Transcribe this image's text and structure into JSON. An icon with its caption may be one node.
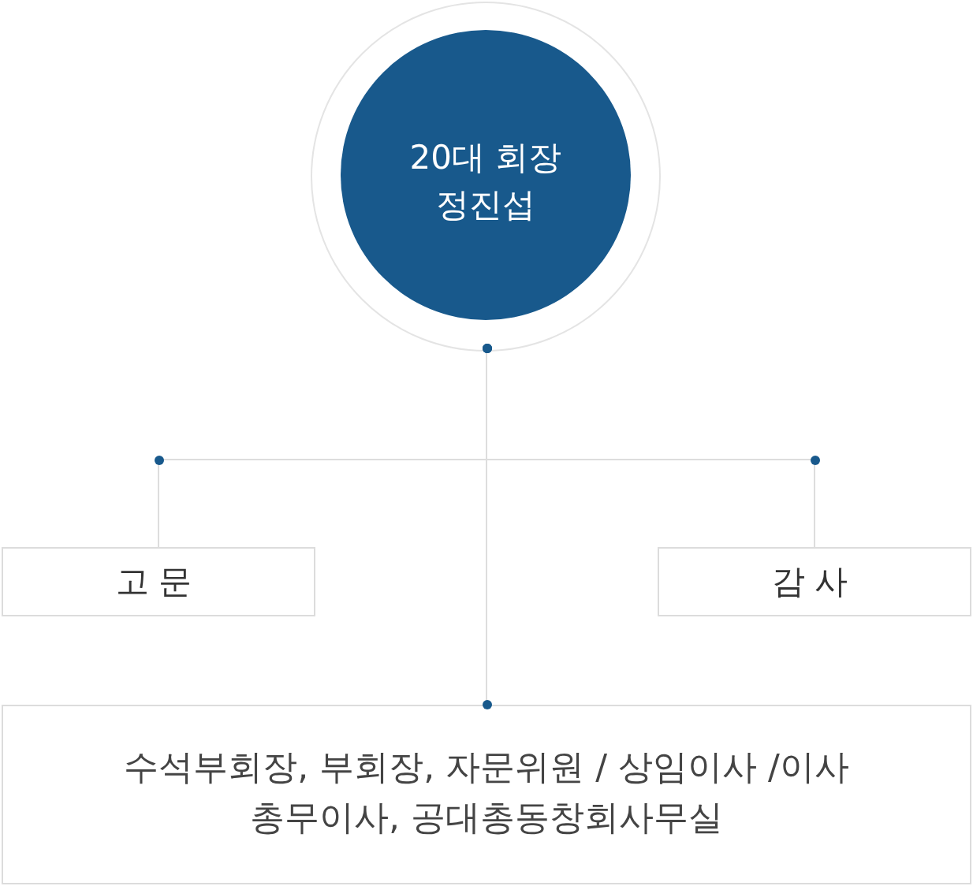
{
  "diagram": {
    "nodes": [
      {
        "text": [
          "20대 회장",
          "정진섭"
        ]
      },
      {
        "text": [
          "고문"
        ]
      },
      {
        "text": [
          "감사"
        ]
      },
      {
        "text": [
          "수석부회장, 부회장, 자문위원 / 상임이사 /이사 총무이사, 공대총동창회사무실"
        ]
      }
    ],
    "edges": [
      {
        "from": 0,
        "to": 1,
        "arrow": "none"
      },
      {
        "from": 0,
        "to": 2,
        "arrow": "none"
      },
      {
        "from": 0,
        "to": 3,
        "arrow": "none"
      }
    ]
  }
}
